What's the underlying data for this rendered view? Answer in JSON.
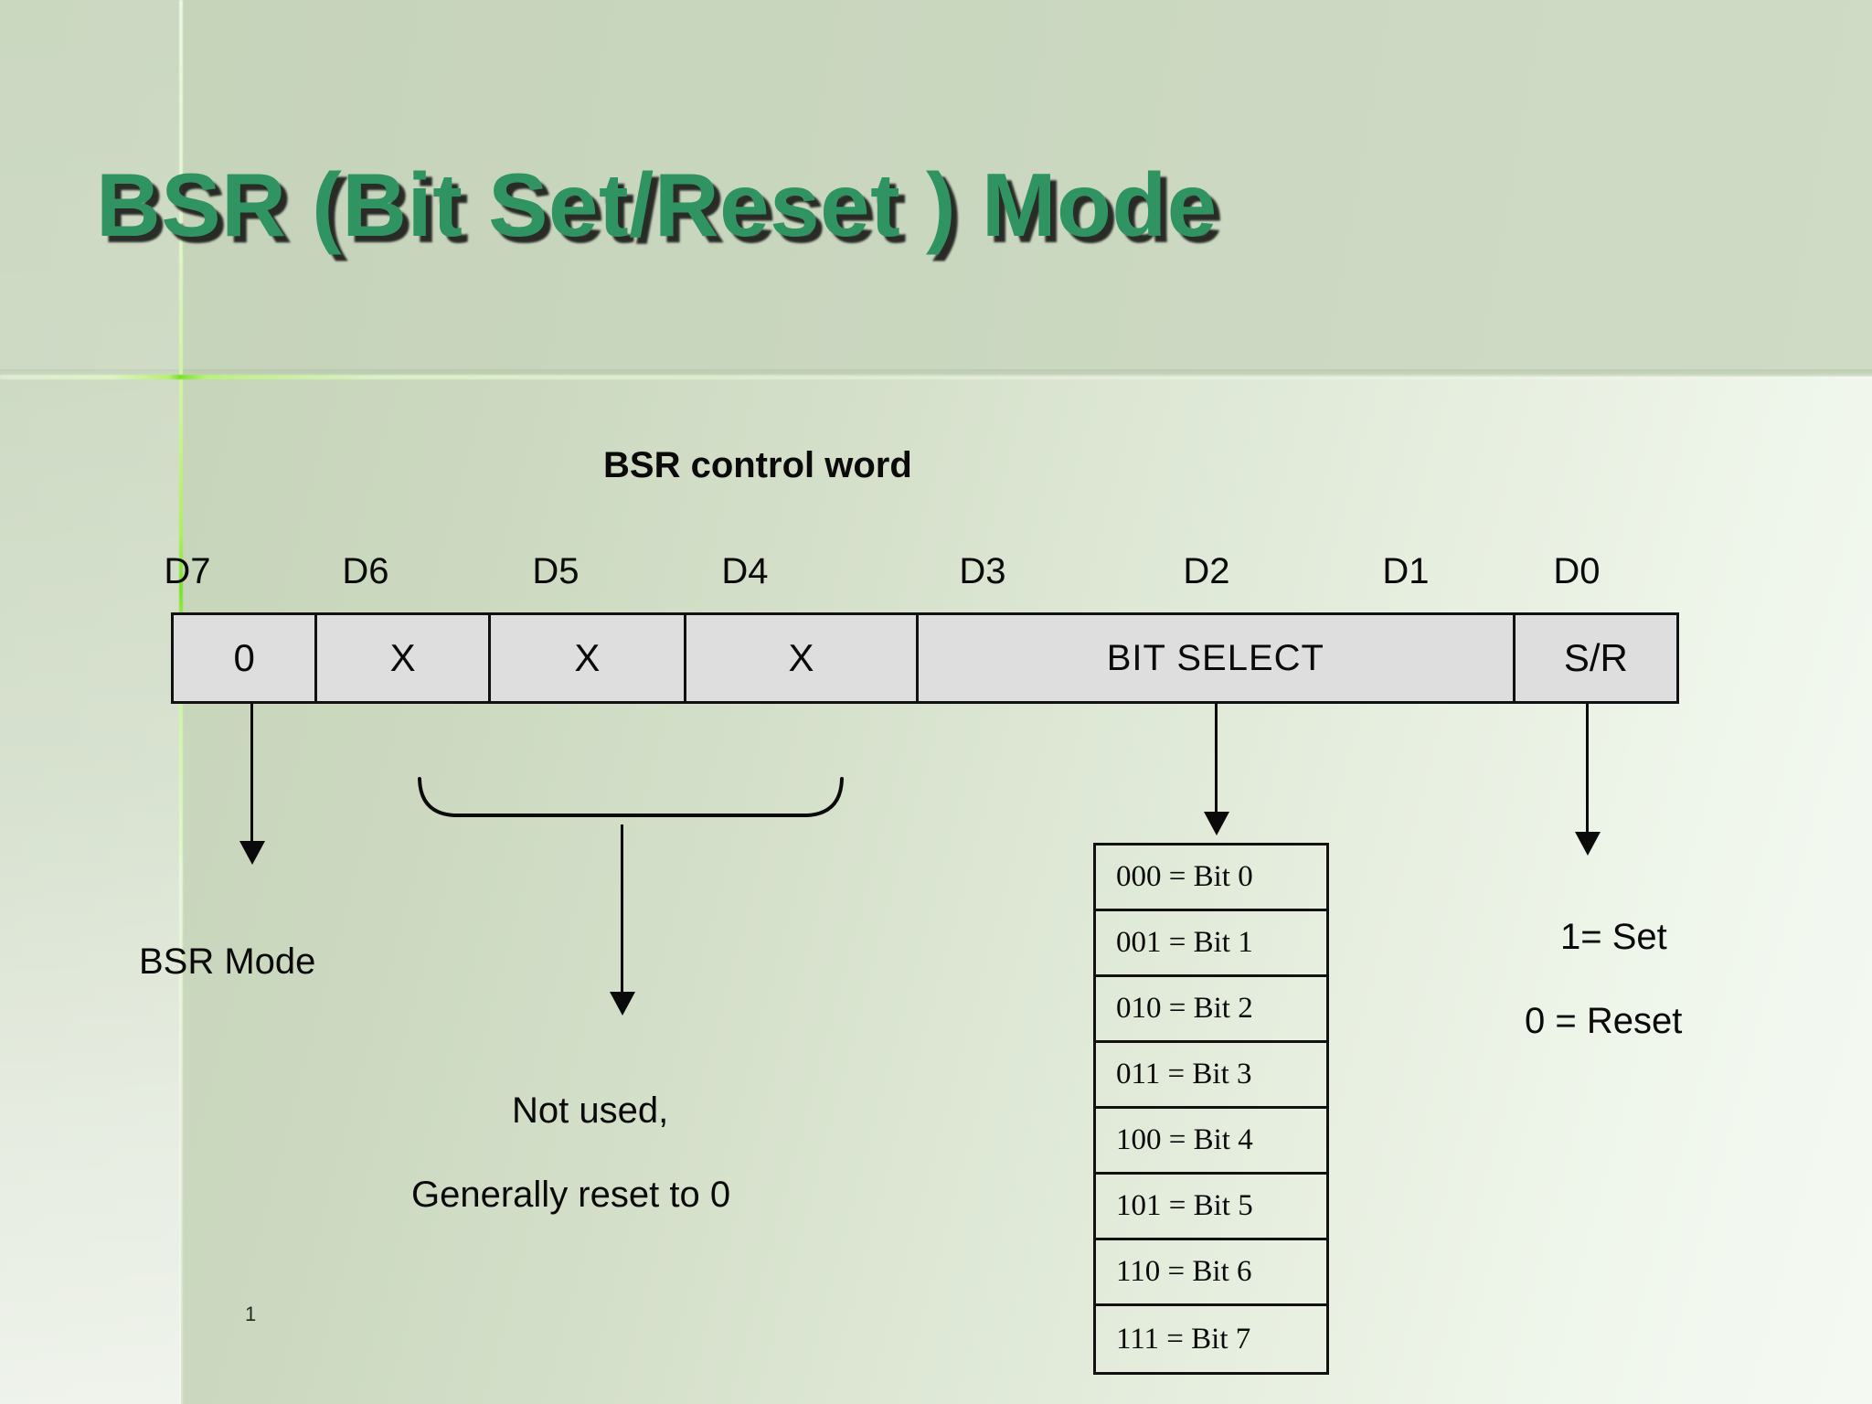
{
  "slide": {
    "title": "BSR (Bit Set/Reset )  Mode",
    "title_color": "#309462",
    "number": "1",
    "background_band_color": "#c8d4c0"
  },
  "control_word": {
    "heading": "BSR control word",
    "bit_labels": [
      "D7",
      "D6",
      "D5",
      "D4",
      "D3",
      "D2",
      "D1",
      "D0"
    ],
    "cells": [
      {
        "value": "0",
        "bits": "D7"
      },
      {
        "value": "X",
        "bits": "D6"
      },
      {
        "value": "X",
        "bits": "D5"
      },
      {
        "value": "X",
        "bits": "D4"
      },
      {
        "value": "BIT SELECT",
        "bits": "D3-D1"
      },
      {
        "value": "S/R",
        "bits": "D0"
      }
    ],
    "cell_fill": "#dedede",
    "border_color": "#111111"
  },
  "annotations": {
    "bsr_mode": "BSR Mode",
    "not_used_line1": "Not used,",
    "not_used_line2": "Generally reset to 0",
    "sr_set": "1= Set",
    "sr_reset": "0  =  Reset"
  },
  "bit_select_table": {
    "rows": [
      "000 = Bit 0",
      "001 = Bit 1",
      "010 = Bit 2",
      "011 = Bit 3",
      "100 = Bit 4",
      "101 = Bit 5",
      "110 = Bit 6",
      "111 = Bit 7"
    ]
  }
}
